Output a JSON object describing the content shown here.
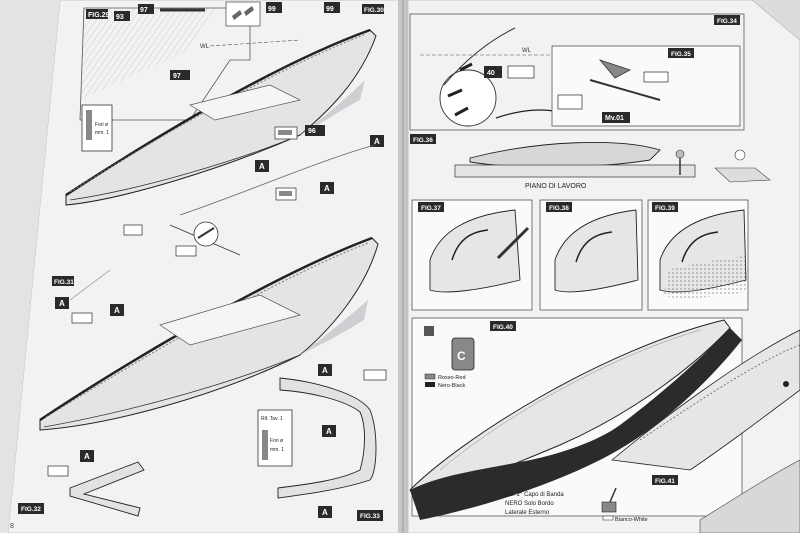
{
  "left_page": {
    "figures": {
      "fig29": "FIG.29",
      "fig30": "FIG.30",
      "fig31": "FIG.31",
      "fig32": "FIG.32",
      "fig33": "FIG.33"
    },
    "part_numbers": {
      "p93": "93",
      "p97": "97",
      "p97b": "97",
      "p99": "99",
      "p99b": "99",
      "p96": "96"
    },
    "letter_a": "A",
    "wl": "WL",
    "fori_note": {
      "line1": "Fori ø",
      "line2": "mm. 1"
    },
    "rif_note": {
      "line1": "Rif. Tav. 1",
      "line2": "Fori ø",
      "line3": "mm. 1"
    },
    "page_corner": "8"
  },
  "right_page": {
    "figures": {
      "fig34": "FIG.34",
      "fig35": "FIG.35",
      "fig36": "FIG.36",
      "fig37": "FIG.37",
      "fig38": "FIG.38",
      "fig39": "FIG.39",
      "fig40": "FIG.40",
      "fig41": "FIG.41"
    },
    "part_40": "40",
    "wl": "WL",
    "tool_label": "Mv.01",
    "piano": "PIANO DI LAVORO",
    "spray_letter": "C",
    "legend": {
      "red": "Rosso-Red",
      "black": "Nero-Black"
    },
    "note": {
      "line1": "NB: 2° Capo di Banda",
      "line2": "NERO Solo Bordo",
      "line3": "Laterale Esterno"
    },
    "white": "Bianco-White"
  },
  "colors": {
    "paper": "#f3f3f4",
    "ink": "#1a1a1a",
    "hull_dark": "#2b2b2b",
    "hull_light": "#d7d7da"
  }
}
